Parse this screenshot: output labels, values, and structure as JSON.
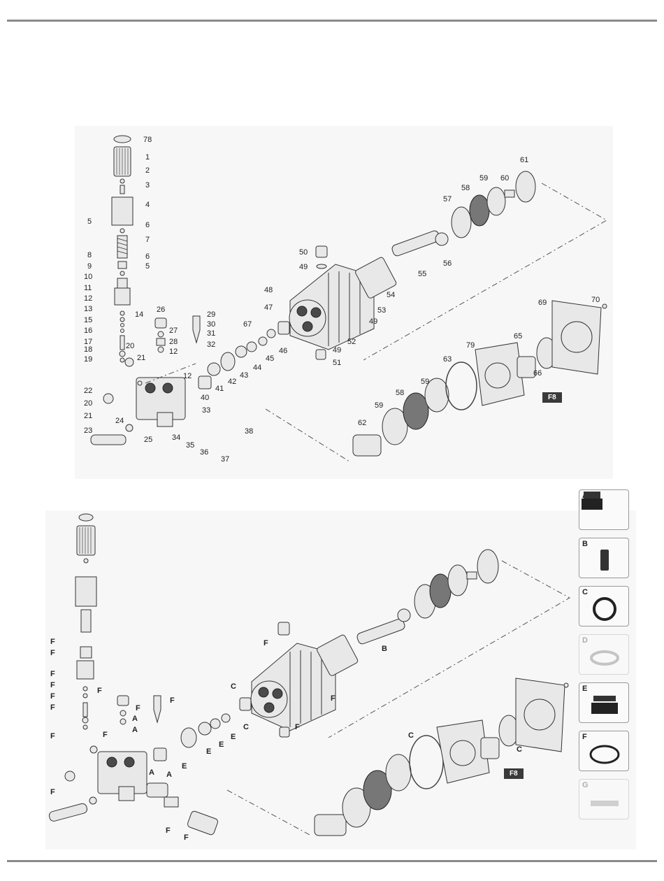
{
  "upper_diagram": {
    "callouts": [
      "78",
      "1",
      "2",
      "3",
      "4",
      "5",
      "6",
      "7",
      "8",
      "6",
      "9",
      "5",
      "10",
      "11",
      "12",
      "13",
      "14",
      "15",
      "16",
      "17",
      "18",
      "19",
      "20",
      "21",
      "22",
      "20",
      "21",
      "23",
      "24",
      "25",
      "26",
      "27",
      "28",
      "12",
      "29",
      "30",
      "31",
      "32",
      "12",
      "40",
      "41",
      "42",
      "43",
      "44",
      "45",
      "46",
      "67",
      "48",
      "47",
      "50",
      "49",
      "53",
      "49",
      "52",
      "49",
      "51",
      "54",
      "55",
      "56",
      "57",
      "58",
      "59",
      "60",
      "61",
      "33",
      "34",
      "35",
      "36",
      "37",
      "38",
      "69",
      "70",
      "65",
      "66",
      "79",
      "63",
      "59",
      "58",
      "59",
      "62"
    ],
    "badge": "F8"
  },
  "lower_diagram": {
    "letters": [
      "F",
      "F",
      "F",
      "F",
      "F",
      "F",
      "F",
      "F",
      "F",
      "F",
      "F",
      "F",
      "A",
      "A",
      "A",
      "A",
      "E",
      "E",
      "E",
      "E",
      "C",
      "C",
      "B",
      "F",
      "F",
      "F",
      "F",
      "F",
      "C"
    ],
    "badge": "F8"
  },
  "legend": [
    {
      "letter": "A",
      "icon": "valve-seat-icon"
    },
    {
      "letter": "B",
      "icon": "plunger-icon"
    },
    {
      "letter": "C",
      "icon": "seal-ring-icon"
    },
    {
      "letter": "D",
      "icon": "washer-icon"
    },
    {
      "letter": "E",
      "icon": "packing-icon"
    },
    {
      "letter": "F",
      "icon": "o-ring-icon"
    },
    {
      "letter": "G",
      "icon": "label-icon"
    }
  ]
}
